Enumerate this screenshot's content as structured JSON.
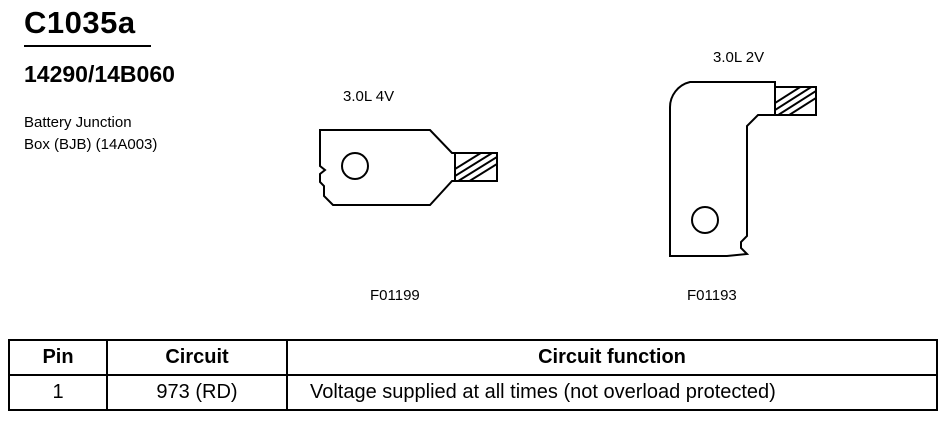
{
  "header": {
    "connector_id": "C1035a",
    "part_number": "14290/14B060",
    "description_line1": "Battery Junction",
    "description_line2": "Box (BJB) (14A003)"
  },
  "figures": [
    {
      "variant_label": "3.0L 4V",
      "figure_code": "F01199",
      "icon": "straight-ring-terminal-icon"
    },
    {
      "variant_label": "3.0L 2V",
      "figure_code": "F01193",
      "icon": "angled-ring-terminal-icon"
    }
  ],
  "table": {
    "headers": [
      "Pin",
      "Circuit",
      "Circuit function"
    ],
    "rows": [
      [
        "1",
        "973 (RD)",
        "Voltage supplied at all times (not overload protected)"
      ]
    ]
  }
}
